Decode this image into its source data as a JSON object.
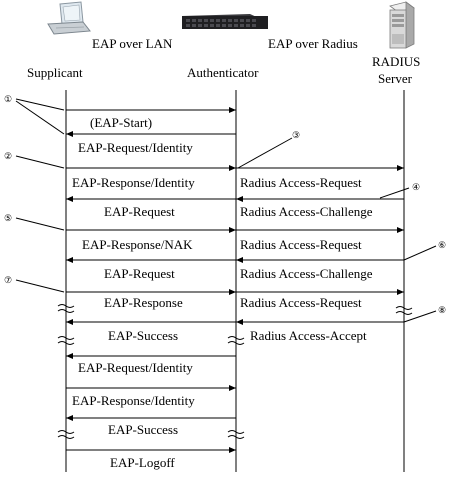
{
  "header": {
    "left_protocol": "EAP over LAN",
    "right_protocol": "EAP over Radius"
  },
  "actors": {
    "supplicant": "Supplicant",
    "authenticator": "Authenticator",
    "server_line1": "RADIUS",
    "server_line2": "Server"
  },
  "steps": [
    "①",
    "②",
    "③",
    "④",
    "⑤",
    "⑥",
    "⑦",
    "⑧"
  ],
  "messages": [
    {
      "from": "supplicant",
      "to": "authenticator",
      "label": "(EAP-Start)"
    },
    {
      "from": "authenticator",
      "to": "supplicant",
      "label": "EAP-Request/Identity"
    },
    {
      "from": "supplicant",
      "to": "authenticator",
      "label": "EAP-Response/Identity"
    },
    {
      "from": "authenticator",
      "to": "server",
      "label": "Radius Access-Request"
    },
    {
      "from": "authenticator",
      "to": "supplicant",
      "label": "EAP-Request"
    },
    {
      "from": "server",
      "to": "authenticator",
      "label": "Radius Access-Challenge"
    },
    {
      "from": "supplicant",
      "to": "authenticator",
      "label": "EAP-Response/NAK"
    },
    {
      "from": "authenticator",
      "to": "server",
      "label": "Radius Access-Request"
    },
    {
      "from": "authenticator",
      "to": "supplicant",
      "label": "EAP-Request"
    },
    {
      "from": "server",
      "to": "authenticator",
      "label": "Radius Access-Challenge"
    },
    {
      "from": "supplicant",
      "to": "authenticator",
      "label": "EAP-Response"
    },
    {
      "from": "authenticator",
      "to": "server",
      "label": "Radius Access-Request"
    },
    {
      "from": "authenticator",
      "to": "supplicant",
      "label": "EAP-Success"
    },
    {
      "from": "server",
      "to": "authenticator",
      "label": "Radius Access-Accept"
    },
    {
      "from": "authenticator",
      "to": "supplicant",
      "label": "EAP-Request/Identity"
    },
    {
      "from": "supplicant",
      "to": "authenticator",
      "label": "EAP-Response/Identity"
    },
    {
      "from": "authenticator",
      "to": "supplicant",
      "label": "EAP-Success"
    },
    {
      "from": "supplicant",
      "to": "authenticator",
      "label": "EAP-Logoff"
    }
  ],
  "icons": {
    "supplicant": "laptop-icon",
    "authenticator": "network-switch-icon",
    "server": "server-tower-icon"
  },
  "colors": {
    "line": "#000000",
    "switch_body": "#1f1f22",
    "server_body": "#d9d9d9"
  }
}
